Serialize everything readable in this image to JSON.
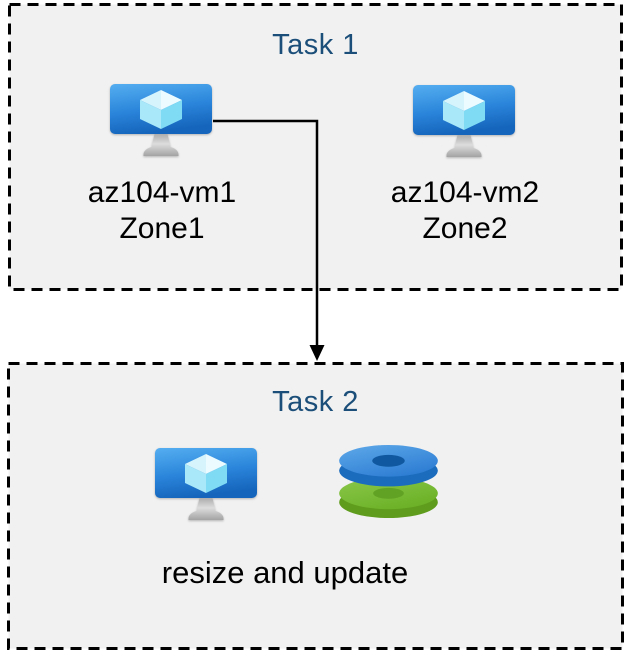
{
  "task1": {
    "title": "Task 1",
    "vm1": {
      "name": "az104-vm1",
      "zone": "Zone1"
    },
    "vm2": {
      "name": "az104-vm2",
      "zone": "Zone2"
    }
  },
  "task2": {
    "title": "Task 2",
    "caption": "resize and update"
  },
  "icons": {
    "vm": "azure-virtual-machine-icon",
    "disks": "azure-managed-disks-icon",
    "arrow": "down-arrow-connector"
  },
  "colors": {
    "title_text": "#1B4E79",
    "label_text": "#000000",
    "box_background": "#F1F1F1",
    "box_border": "#000000",
    "arrow": "#000000",
    "vm_screen_top": "#4AA9EE",
    "vm_screen_bottom": "#1565BC",
    "disk_blue_top": "#3585D9",
    "disk_blue_side": "#1C6CBE",
    "disk_blue_hole": "#10589F",
    "disk_green_top": "#74B92C",
    "disk_green_side": "#5F9C1D",
    "disk_green_hole": "#61A124"
  }
}
